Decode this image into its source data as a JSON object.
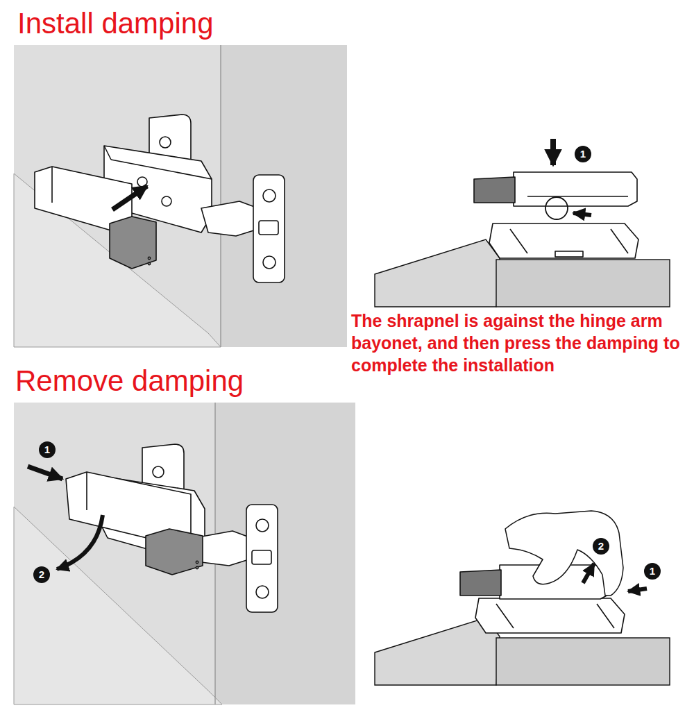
{
  "diagram": {
    "labels": [
      "Install damping",
      "1",
      "The shrapnel is against the hinge arm bayonet, and then press the damping to complete the installation",
      "Remove damping",
      "1",
      "2",
      "2",
      "1"
    ]
  }
}
